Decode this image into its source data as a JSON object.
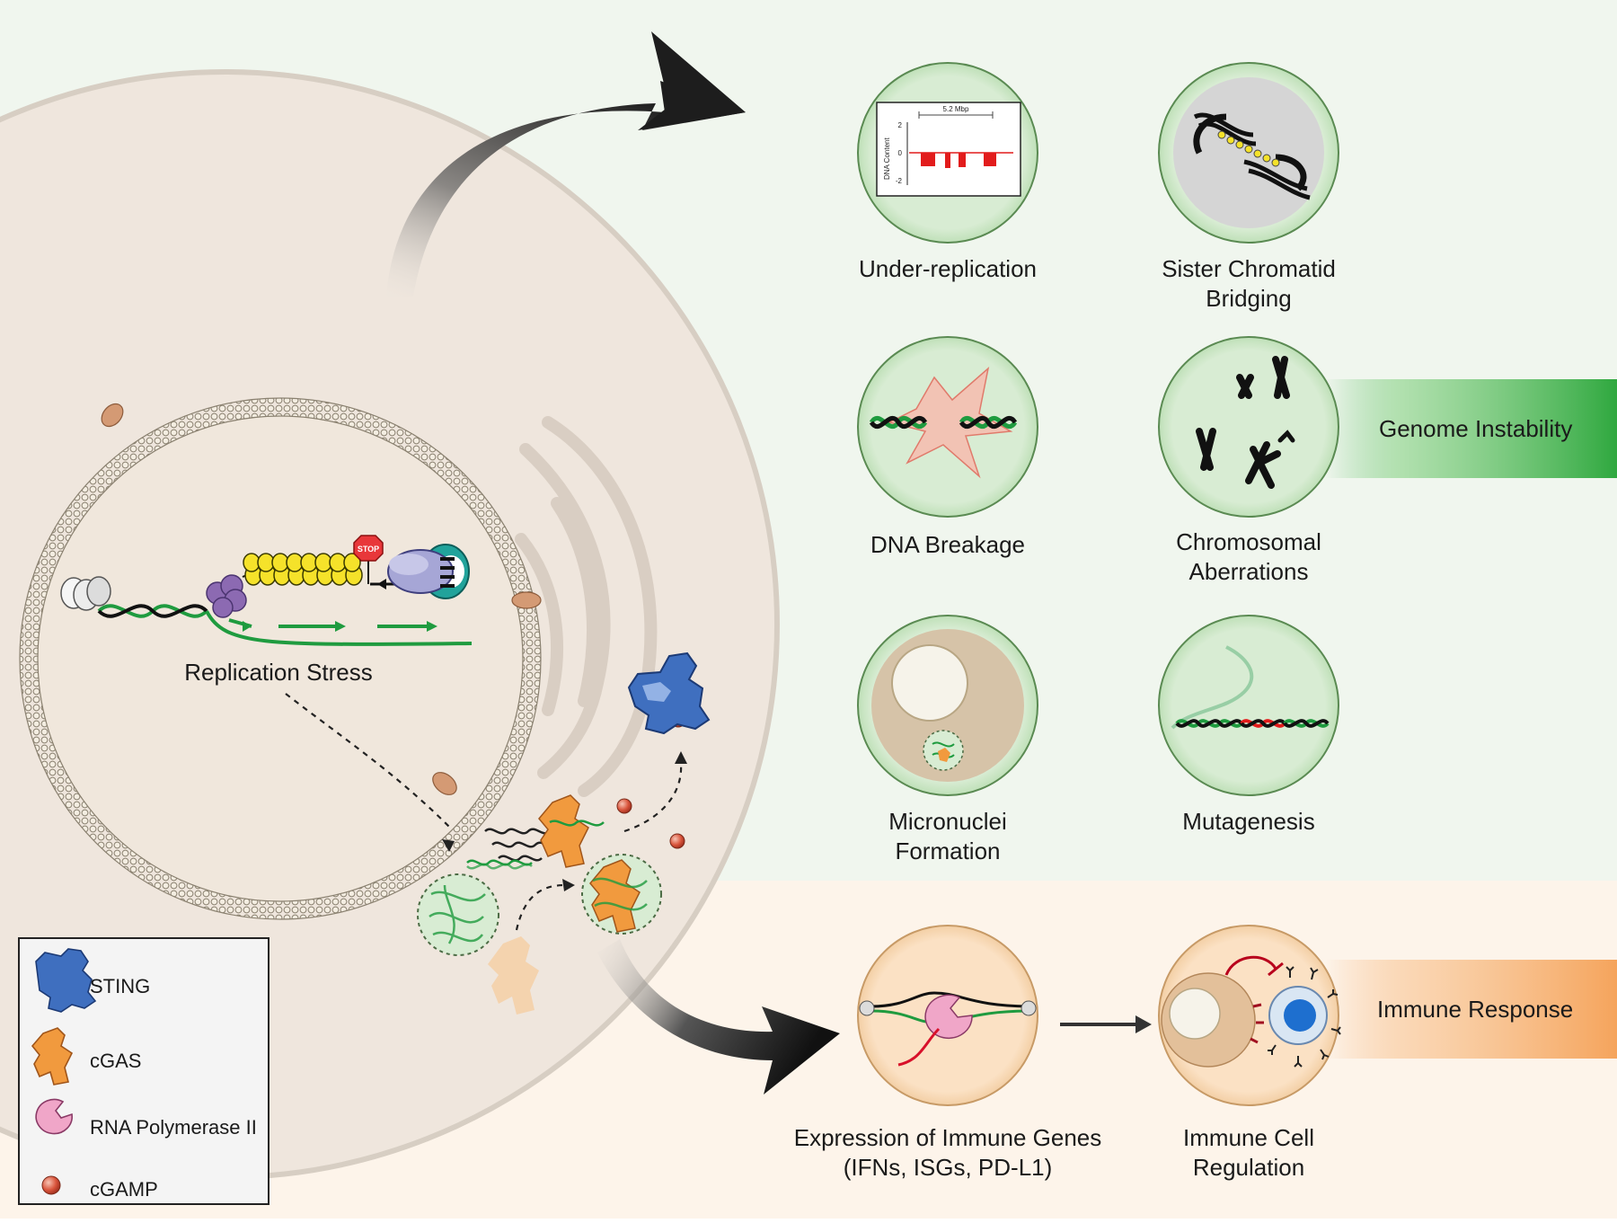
{
  "cell": {
    "nucleus_label": "Replication Stress",
    "stop_sign_text": "STOP"
  },
  "genome_instability": {
    "band_label": "Genome Instability",
    "band_color": "#3db34a",
    "panels": [
      {
        "id": "under-replication",
        "label": "Under-replication"
      },
      {
        "id": "sister-chromatid-bridging",
        "label": "Sister Chromatid\nBridging"
      },
      {
        "id": "dna-breakage",
        "label": "DNA Breakage"
      },
      {
        "id": "chromosomal-aberrations",
        "label": "Chromosomal\nAberrations"
      },
      {
        "id": "micronuclei-formation",
        "label": "Micronuclei\nFormation"
      },
      {
        "id": "mutagenesis",
        "label": "Mutagenesis"
      }
    ],
    "inset_plot": {
      "title": "5.2 Mbp",
      "ylabel": "DNA Content",
      "yticks": [
        "2",
        "0",
        "-2"
      ]
    }
  },
  "immune_response": {
    "band_label": "Immune Response",
    "band_color": "#f5a45c",
    "panels": [
      {
        "id": "expression-of-immune-genes",
        "label": "Expression of Immune Genes\n(IFNs, ISGs, PD-L1)"
      },
      {
        "id": "immune-cell-regulation",
        "label": "Immune Cell\nRegulation"
      }
    ]
  },
  "legend": {
    "items": [
      {
        "icon": "sting-icon",
        "label": "STING",
        "color": "#3f6fbf"
      },
      {
        "icon": "cgas-icon",
        "label": "cGAS",
        "color": "#f19a3e"
      },
      {
        "icon": "rna-polymerase-ii-icon",
        "label": "RNA Polymerase II",
        "color": "#f0a6c8"
      },
      {
        "icon": "cgamp-icon",
        "label": "cGAMP",
        "color": "#d5533a"
      }
    ]
  },
  "colors": {
    "top_background": "#f0f6ee",
    "bottom_background": "#fdf4ea",
    "cell": "#efe6dd",
    "panel_green": "#d9efd5",
    "dna_green": "#1f9b3f",
    "dna_red": "#e21c1c"
  }
}
